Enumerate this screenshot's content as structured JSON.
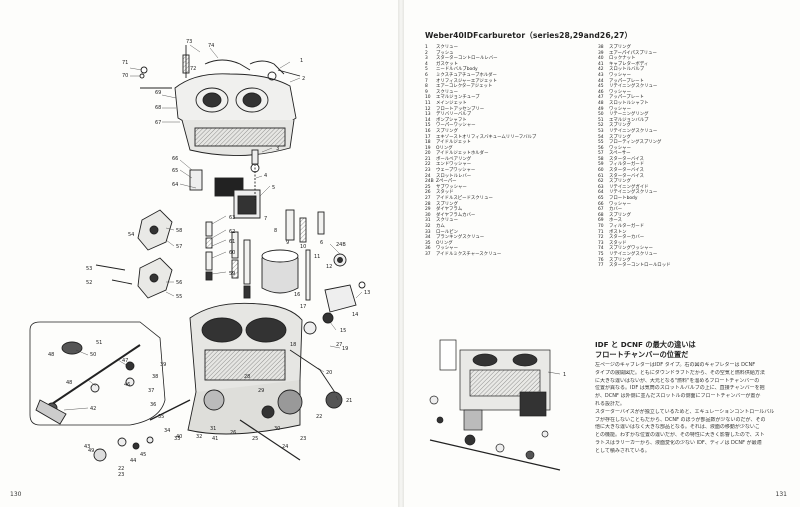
{
  "page_numbers": {
    "left": "130",
    "right": "131"
  },
  "title": "Weber40IDFcarburetor（series28,29and26,27）",
  "parts_col1": [
    [
      "1",
      "スクリュー"
    ],
    [
      "2",
      "ブッシュ"
    ],
    [
      "3",
      "スターターコントロールレバー"
    ],
    [
      "4",
      "ガスケット"
    ],
    [
      "5",
      "ニードルバルブbody"
    ],
    [
      "6",
      "ミクスチュアチューブホルダー"
    ],
    [
      "7",
      "オリフィスジャーエアジェット"
    ],
    [
      "8",
      "エアーコレクターアジェット"
    ],
    [
      "9",
      "スクリュー"
    ],
    [
      "10",
      "エマルジョンチューブ"
    ],
    [
      "11",
      "メインジェット"
    ],
    [
      "12",
      "フロートアッセンブリー"
    ],
    [
      "13",
      "デリバリーバルブ"
    ],
    [
      "14",
      "ボンプシャフト"
    ],
    [
      "15",
      "ワーパーワッシャー"
    ],
    [
      "16",
      "スプリング"
    ],
    [
      "17",
      "エキゾーストオリフィスバキュームリリーフバルブ"
    ],
    [
      "18",
      "アイドルジェット"
    ],
    [
      "19",
      "Oリング"
    ],
    [
      "20",
      "アイドルジェットホルダー"
    ],
    [
      "21",
      "ボールベアリング"
    ],
    [
      "22",
      "エンドワッシャー"
    ],
    [
      "23",
      "ウェーブワッシャー"
    ],
    [
      "24",
      "スロットルレバー"
    ],
    [
      "24B",
      "Zペーパー"
    ],
    [
      "25",
      "サブワッシャー"
    ],
    [
      "26",
      "スタッド"
    ],
    [
      "27",
      "アイドルスピードスクリュー"
    ],
    [
      "28",
      "スプリング"
    ],
    [
      "29",
      "ダイヤフラム"
    ],
    [
      "30",
      "ダイヤフラムカバー"
    ],
    [
      "31",
      "スクリュー"
    ],
    [
      "32",
      "カム"
    ],
    [
      "33",
      "ロールピン"
    ],
    [
      "34",
      "ブランキングスクリュー"
    ],
    [
      "35",
      "Oリング"
    ],
    [
      "36",
      "ワッシャー"
    ],
    [
      "37",
      "アイドルミクスチャースクリュー"
    ]
  ],
  "parts_col2": [
    [
      "38",
      "スプリング"
    ],
    [
      "39",
      "エアーパイパスプリュー"
    ],
    [
      "40",
      "ロックナット"
    ],
    [
      "41",
      "キャブレターボディ"
    ],
    [
      "42",
      "スロットルバルブ"
    ],
    [
      "43",
      "ワッシャー"
    ],
    [
      "44",
      "アッパープレート"
    ],
    [
      "45",
      "リテイニングスクリュー"
    ],
    [
      "46",
      "ワッシャー"
    ],
    [
      "47",
      "アッパープレート"
    ],
    [
      "48",
      "スロットルシャフト"
    ],
    [
      "49",
      "ワッシャー"
    ],
    [
      "50",
      "リテーニングリング"
    ],
    [
      "51",
      "エマルジョンバルブ"
    ],
    [
      "52",
      "スプリング"
    ],
    [
      "53",
      "リテイニングスクリュー"
    ],
    [
      "54",
      "スプリング"
    ],
    [
      "55",
      "フローティングスプリング"
    ],
    [
      "56",
      "ワッシャー"
    ],
    [
      "57",
      "スペーサー"
    ],
    [
      "58",
      "スターターバイス"
    ],
    [
      "59",
      "フィルターガード"
    ],
    [
      "60",
      "スターターバイス"
    ],
    [
      "61",
      "スターターバイス"
    ],
    [
      "62",
      "スプリング"
    ],
    [
      "63",
      "リテイニングガイド"
    ],
    [
      "64",
      "リテイニングスクリュー"
    ],
    [
      "65",
      "フロートbody"
    ],
    [
      "66",
      "ワッシャー"
    ],
    [
      "67",
      "カバー"
    ],
    [
      "68",
      "スプリング"
    ],
    [
      "69",
      "ホース"
    ],
    [
      "70",
      "フィルターガード"
    ],
    [
      "71",
      "ボストン"
    ],
    [
      "72",
      "スターターカバー"
    ],
    [
      "73",
      "スタッド"
    ],
    [
      "74",
      "スプリングワッシャー"
    ],
    [
      "75",
      "リテイニングスクリュー"
    ],
    [
      "76",
      "スプリング"
    ],
    [
      "77",
      "スターターコントロールロッド"
    ]
  ],
  "heading_lines": [
    "IDF と DCNF の最大の違いは",
    "フロートチャンバーの位置だ"
  ],
  "body_lines": [
    "左ページのキャブレターはIDF タイプ。右の図のキャブレターは DCNF",
    "タイプの展開図だ。ともにダウンドラフトだから、その空気と燃料供給方法",
    "に大きな違いはないが、大元となる\"燃料\"を溜めるフロートチャンバーの",
    "位置が異なる。IDF は気筒のスロットルバルブの上に、直接チャンバーを抱",
    "が、DCNF は外側に並んだスロットルの側面にフロートチャンバーが置か",
    "れる設計だ。",
    "スターターバイスがが独立しているためと、エキュレーションコントロールバル",
    "ブが存在しないこともだから、DCNF のほうが部品数が少ないのだが、その",
    "他に大きな違いはなく大きな部品となる。それは、液面の移動が少ないこ",
    "との機能。わずかな位置の違いだが、その特性に大きく影響したので、スト",
    "ラトスはラリーカーから、液面変化の少ない IDF、ディノは DCNF が最適",
    "として積みされている。"
  ],
  "diagram_labels": {
    "left": [
      "73",
      "74",
      "71",
      "70",
      "72",
      "1",
      "69",
      "68",
      "2",
      "67",
      "66",
      "65",
      "64",
      "5",
      "63",
      "62",
      "61",
      "60",
      "59",
      "58",
      "57",
      "56",
      "55",
      "54",
      "53",
      "52",
      "3",
      "4",
      "24B",
      "50",
      "51",
      "49",
      "48",
      "47",
      "46",
      "45",
      "44",
      "43",
      "42",
      "41",
      "40",
      "39",
      "38",
      "37",
      "36",
      "35",
      "34",
      "33",
      "32",
      "31",
      "30",
      "29",
      "28",
      "27",
      "26",
      "25",
      "24",
      "23",
      "22",
      "21",
      "20",
      "19",
      "18",
      "17",
      "16",
      "15",
      "14",
      "13",
      "12",
      "11",
      "10",
      "9",
      "8",
      "7",
      "6"
    ],
    "right": [
      "1"
    ]
  }
}
